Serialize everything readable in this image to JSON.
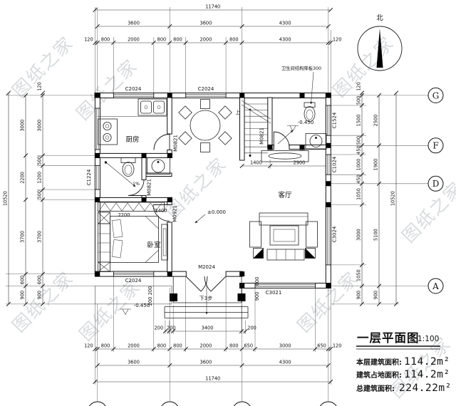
{
  "watermark": "图纸之家",
  "north": {
    "label": "北"
  },
  "grid_bubbles": {
    "g": "G",
    "f": "F",
    "d": "D",
    "a": "A"
  },
  "dims": {
    "top_total": [
      "11740"
    ],
    "top_mid": [
      "3600",
      "3600",
      "4300"
    ],
    "top_inner": [
      "120",
      "800",
      "2000",
      "800",
      "800",
      "2000",
      "800",
      "4300",
      "120"
    ],
    "bottom_inner": [
      "120",
      "800",
      "2000",
      "800",
      "800",
      "2000",
      "800",
      "650",
      "3000",
      "650",
      "120"
    ],
    "bottom_mid": [
      "3600",
      "3600",
      "4300"
    ],
    "bottom_total": [
      "11740"
    ],
    "left_total": [
      "10520"
    ],
    "left_outer": [
      "3000",
      "2200",
      "3700",
      "600",
      "900"
    ],
    "left_inner": [
      "120",
      "3000",
      "500",
      "1200",
      "500",
      "3700",
      "600",
      "900"
    ],
    "right_inner": [
      "120",
      "500",
      "1500",
      "500",
      "450",
      "1000",
      "450",
      "1050",
      "3000",
      "1050",
      "900"
    ],
    "right_outer": [
      "2500",
      "1900",
      "5100",
      "900"
    ],
    "right_total": [
      "10520"
    ],
    "hall": [
      "1400",
      "2900"
    ],
    "porch": [
      "200",
      "200",
      "3400",
      "200"
    ],
    "wardrobe": "2200",
    "bed_door": "1400",
    "porch_side_600": "600",
    "porch_side_900": "900",
    "porch_step_a": "200",
    "porch_step_b": "200"
  },
  "labels": {
    "window_c2024": "C2024",
    "window_c1524": "C1524",
    "window_c1024": "C1024",
    "window_c3024": "C3024",
    "window_c1224": "C1224",
    "window_c3021": "C3021",
    "door_m0821": "M0821",
    "door_m0921": "M0921",
    "door_m2024": "M2024",
    "stair_up": "上",
    "steps_down": "下3步",
    "level_entry": "±0.000",
    "level_outdoor": "-0.450",
    "level_bath": "-0.450",
    "bath_note": "卫生间结构降板300",
    "slope": "1%"
  },
  "rooms": {
    "kitchen": "厨房",
    "living": "客厅",
    "bedroom": "卧室"
  },
  "title_block": {
    "title": "一层平面图",
    "scale": "1:100",
    "rows": [
      {
        "label": "本层建筑面积:",
        "value": "114.2m²"
      },
      {
        "label": "建筑占地面积:",
        "value": "114.2m²"
      },
      {
        "label": "总建筑面积:",
        "value": "224.22m²"
      }
    ]
  }
}
